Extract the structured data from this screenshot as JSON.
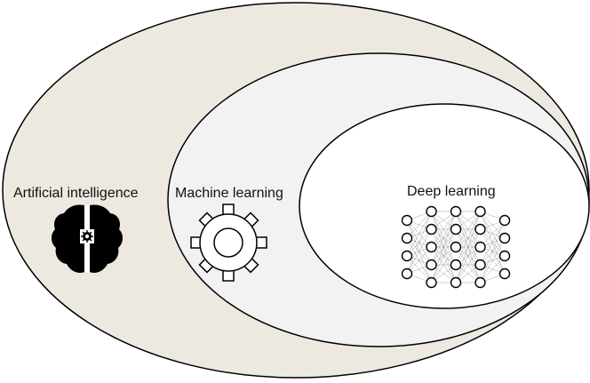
{
  "diagram": {
    "regions": [
      {
        "label": "Artificial intelligence",
        "fill": "#ede9e1",
        "icon": "brain-chip-icon"
      },
      {
        "label": "Machine learning",
        "fill": "#f2f2f2",
        "icon": "gear-icon"
      },
      {
        "label": "Deep learning",
        "fill": "#ffffff",
        "icon": "neural-network-icon"
      }
    ],
    "stroke_color": "#000000",
    "network_layers": [
      4,
      5,
      5,
      5,
      4
    ]
  }
}
